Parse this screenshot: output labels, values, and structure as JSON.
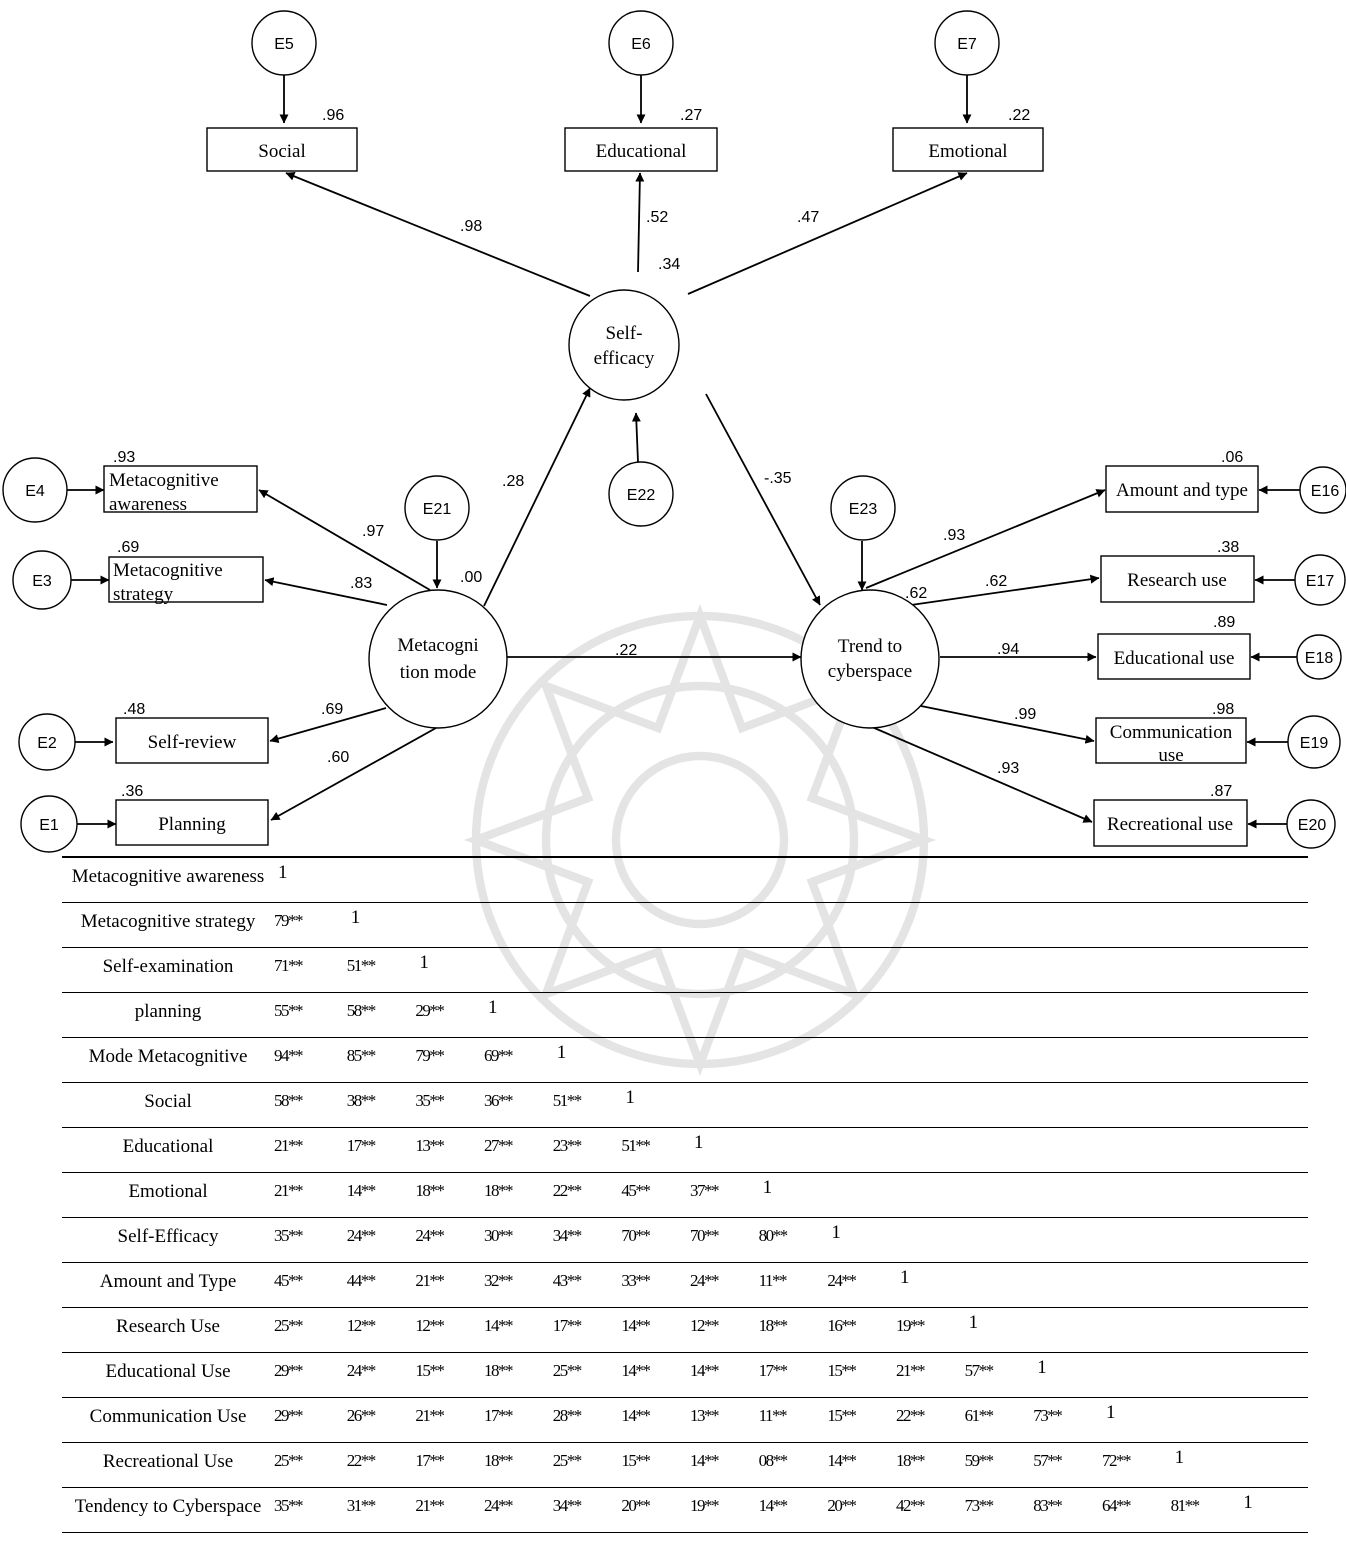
{
  "nodes": {
    "errors": {
      "e1": "E1",
      "e2": "E2",
      "e3": "E3",
      "e4": "E4",
      "e5": "E5",
      "e6": "E6",
      "e7": "E7",
      "e16": "E16",
      "e17": "E17",
      "e18": "E18",
      "e19": "E19",
      "e20": "E20",
      "e21": "E21",
      "e22": "E22",
      "e23": "E23"
    },
    "boxes": {
      "social": "Social",
      "educational": "Educational",
      "emotional": "Emotional",
      "meta_awareness_1": "Metacognitive",
      "meta_awareness_2": "awareness",
      "meta_strategy_1": "Metacognitive",
      "meta_strategy_2": "strategy",
      "self_review": "Self-review",
      "planning": "Planning",
      "amount_type": "Amount and type",
      "research_use": "Research use",
      "educational_use": "Educational use",
      "communication_use_1": "Communication",
      "communication_use_2": "use",
      "recreational_use": "Recreational use"
    },
    "latents": {
      "self_efficacy_1": "Self-",
      "self_efficacy_2": "efficacy",
      "metacognition_1": "Metacogni",
      "metacognition_2": "tion mode",
      "trend_1": "Trend to",
      "trend_2": "cyberspace"
    }
  },
  "coefficients": {
    "r2_social": ".96",
    "r2_educational": ".27",
    "r2_emotional": ".22",
    "load_social": ".98",
    "load_educational": ".52",
    "load_emotional": ".47",
    "r2_self_efficacy": ".34",
    "r2_meta_awareness": ".93",
    "r2_meta_strategy": ".69",
    "r2_self_review": ".48",
    "r2_planning": ".36",
    "load_meta_awareness": ".97",
    "load_meta_strategy": ".83",
    "load_self_review": ".69",
    "load_planning": ".60",
    "r2_metacognition": ".00",
    "path_meta_to_selfeff": ".28",
    "path_selfeff_to_trend": "-.35",
    "path_meta_to_trend": ".22",
    "r2_trend": ".62",
    "r2_amount_type": ".06",
    "r2_research_use": ".38",
    "r2_educational_use": ".89",
    "r2_communication_use": ".98",
    "r2_recreational_use": ".87",
    "load_amount_type": ".93",
    "load_research_use": ".62",
    "load_educational_use": ".94",
    "load_communication_use": ".99",
    "load_recreational_use": ".93"
  },
  "table": {
    "rows": [
      {
        "label": "Metacognitive awareness",
        "cells": [
          "1"
        ]
      },
      {
        "label": "Metacognitive strategy",
        "cells": [
          "79**",
          "1"
        ]
      },
      {
        "label": "Self-examination",
        "cells": [
          "71**",
          "51**",
          "1"
        ]
      },
      {
        "label": "planning",
        "cells": [
          "55**",
          "58**",
          "29**",
          "1"
        ]
      },
      {
        "label": "Mode Metacognitive",
        "cells": [
          "94**",
          "85**",
          "79**",
          "69**",
          "1"
        ]
      },
      {
        "label": "Social",
        "cells": [
          "58**",
          "38**",
          "35**",
          "36**",
          "51**",
          "1"
        ]
      },
      {
        "label": "Educational",
        "cells": [
          "21**",
          "17**",
          "13**",
          "27**",
          "23**",
          "51**",
          "1"
        ]
      },
      {
        "label": "Emotional",
        "cells": [
          "21**",
          "14**",
          "18**",
          "18**",
          "22**",
          "45**",
          "37**",
          "1"
        ]
      },
      {
        "label": "Self-Efficacy",
        "cells": [
          "35**",
          "24**",
          "24**",
          "30**",
          "34**",
          "70**",
          "70**",
          "80**",
          "1"
        ]
      },
      {
        "label": "Amount and Type",
        "cells": [
          "45**",
          "44**",
          "21**",
          "32**",
          "43**",
          "33**",
          "24**",
          "11**",
          "24**",
          "1"
        ]
      },
      {
        "label": "Research Use",
        "cells": [
          "25**",
          "12**",
          "12**",
          "14**",
          "17**",
          "14**",
          "12**",
          "18**",
          "16**",
          "19**",
          "1"
        ]
      },
      {
        "label": "Educational Use",
        "cells": [
          "29**",
          "24**",
          "15**",
          "18**",
          "25**",
          "14**",
          "14**",
          "17**",
          "15**",
          "21**",
          "57**",
          "1"
        ]
      },
      {
        "label": "Communication Use",
        "cells": [
          "29**",
          "26**",
          "21**",
          "17**",
          "28**",
          "14**",
          "13**",
          "11**",
          "15**",
          "22**",
          "61**",
          "73**",
          "1"
        ]
      },
      {
        "label": "Recreational Use",
        "cells": [
          "25**",
          "22**",
          "17**",
          "18**",
          "25**",
          "15**",
          "14**",
          "08**",
          "14**",
          "18**",
          "59**",
          "57**",
          "72**",
          "1"
        ]
      },
      {
        "label": "Tendency to Cyberspace",
        "cells": [
          "35**",
          "31**",
          "21**",
          "24**",
          "34**",
          "20**",
          "19**",
          "14**",
          "20**",
          "42**",
          "73**",
          "83**",
          "64**",
          "81**",
          "1"
        ]
      }
    ]
  }
}
